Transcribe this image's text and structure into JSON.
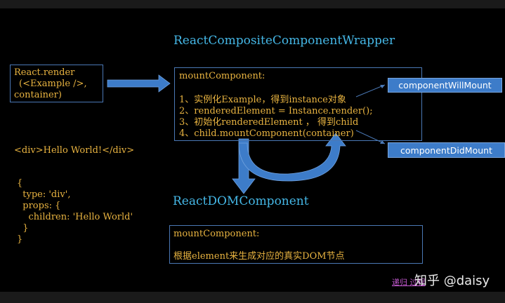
{
  "titles": {
    "wrapper": "ReactCompositeComponentWrapper",
    "dom": "ReactDOMComponent"
  },
  "render_box": {
    "line1": "React.render",
    "line2": "(<Example />,",
    "line3": "container)"
  },
  "mount_box": {
    "header": "mountComponent:",
    "steps": [
      "1、实例化Example，得到instance对象",
      "2、renderedElement = Instance.render();",
      "3、初始化renderedElement ， 得到child",
      "4、child.mountComponent(container)"
    ]
  },
  "dom_box": {
    "header": "mountComponent:",
    "body": "根据element来生成对应的真实DOM节点"
  },
  "lifecycle": {
    "will_mount": "componentWillMount",
    "did_mount": "componentDidMount"
  },
  "html_snippet": "<div>Hello World!</div>",
  "object_literal": [
    "{",
    "  type: 'div',",
    "  props: {",
    "    children: 'Hello World'",
    "  }",
    "}"
  ],
  "watermark": {
    "main": "知乎 @daisy",
    "faded": "递归 过程"
  },
  "colors": {
    "title": "#45b7e6",
    "text": "#e8b340",
    "arrow": "#3d7cc9",
    "pill": "#3d7cc9",
    "border": "#4a78b5"
  }
}
